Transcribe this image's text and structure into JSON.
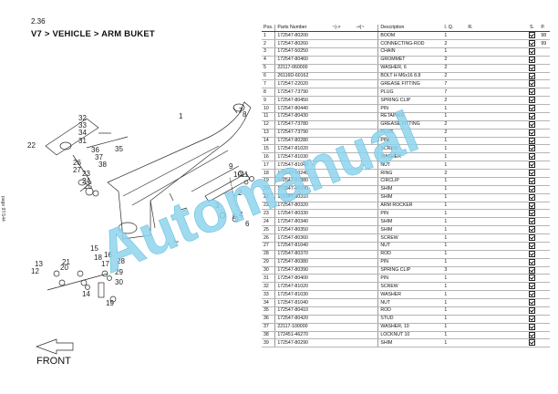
{
  "header": {
    "section_no": "2.36",
    "breadcrumb": "V7 > VEHICLE > ARM BUKET"
  },
  "page_ref": "page 97/144",
  "front_label": "FRONT",
  "watermark": "Automanual",
  "callouts": [
    "1",
    "2",
    "3",
    "4",
    "5",
    "6",
    "7",
    "8",
    "9",
    "10",
    "11",
    "12",
    "13",
    "14",
    "15",
    "16",
    "17",
    "18",
    "19",
    "20",
    "21",
    "22",
    "23",
    "24",
    "25",
    "26",
    "27",
    "28",
    "29",
    "30",
    "31",
    "32",
    "33",
    "34",
    "35",
    "36",
    "37",
    "38"
  ],
  "table": {
    "headers": {
      "pos": "Pos.",
      "part_no": "Parts Number",
      "from": "~|->",
      "to": "->|~",
      "description": "Description",
      "qty": "I. Q.",
      "remarks": "R.",
      "s": "S.",
      "p": "P."
    },
    "rows": [
      {
        "pos": "1",
        "part_no": "172547-80200",
        "description": "BOOM",
        "qty": "1",
        "p": "98"
      },
      {
        "pos": "2",
        "part_no": "172547-80260",
        "description": "CONNECTING-ROD",
        "qty": "2",
        "p": "99"
      },
      {
        "pos": "3",
        "part_no": "172547-50250",
        "description": "CHAIN",
        "qty": "1",
        "p": ""
      },
      {
        "pos": "4",
        "part_no": "172547-80460",
        "description": "GROMMET",
        "qty": "2",
        "p": ""
      },
      {
        "pos": "5",
        "part_no": "22117-060000",
        "description": "WASHER,  6",
        "qty": "2",
        "p": ""
      },
      {
        "pos": "6",
        "part_no": "26116D-60162",
        "description": "BOLT H M6x16  8.8",
        "qty": "2",
        "p": ""
      },
      {
        "pos": "7",
        "part_no": "172547-22020",
        "description": "GREASE FITTING",
        "qty": "7",
        "p": ""
      },
      {
        "pos": "8",
        "part_no": "172547-73790",
        "description": "PLUG",
        "qty": "7",
        "p": ""
      },
      {
        "pos": "9",
        "part_no": "172547-80450",
        "description": "SPRING CLIP",
        "qty": "2",
        "p": ""
      },
      {
        "pos": "10",
        "part_no": "172547-80440",
        "description": "PIN",
        "qty": "1",
        "p": ""
      },
      {
        "pos": "11",
        "part_no": "172547-80430",
        "description": "RETAINER",
        "qty": "1",
        "p": ""
      },
      {
        "pos": "12",
        "part_no": "172547-73780",
        "description": "GREASE FITTING",
        "qty": "2",
        "p": ""
      },
      {
        "pos": "13",
        "part_no": "172547-73790",
        "description": "PLUG",
        "qty": "2",
        "p": ""
      },
      {
        "pos": "14",
        "part_no": "172547-80280",
        "description": "PIN",
        "qty": "1",
        "p": ""
      },
      {
        "pos": "15",
        "part_no": "172547-81020",
        "description": "SCREW",
        "qty": "1",
        "p": ""
      },
      {
        "pos": "16",
        "part_no": "172547-81030",
        "description": "WASHER",
        "qty": "1",
        "p": ""
      },
      {
        "pos": "17",
        "part_no": "172547-81040",
        "description": "NUT",
        "qty": "1",
        "p": ""
      },
      {
        "pos": "18",
        "part_no": "172547-50240",
        "description": "RING",
        "qty": "2",
        "p": ""
      },
      {
        "pos": "19",
        "part_no": "172547-81080",
        "description": "CIRCLIP",
        "qty": "1",
        "p": ""
      },
      {
        "pos": "20",
        "part_no": "172547-80290",
        "description": "SHIM",
        "qty": "1",
        "p": ""
      },
      {
        "pos": "21",
        "part_no": "172547-80310",
        "description": "SHIM",
        "qty": "1",
        "p": ""
      },
      {
        "pos": "22",
        "part_no": "172547-80320",
        "description": "ARM ROCKER",
        "qty": "1",
        "p": ""
      },
      {
        "pos": "23",
        "part_no": "172547-80330",
        "description": "PIN",
        "qty": "1",
        "p": ""
      },
      {
        "pos": "24",
        "part_no": "172547-80340",
        "description": "SHIM",
        "qty": "1",
        "p": ""
      },
      {
        "pos": "25",
        "part_no": "172547-80350",
        "description": "SHIM",
        "qty": "1",
        "p": ""
      },
      {
        "pos": "26",
        "part_no": "172547-80360",
        "description": "SCREW",
        "qty": "1",
        "p": ""
      },
      {
        "pos": "27",
        "part_no": "172547-81040",
        "description": "NUT",
        "qty": "1",
        "p": ""
      },
      {
        "pos": "28",
        "part_no": "172547-80370",
        "description": "ROD",
        "qty": "1",
        "p": ""
      },
      {
        "pos": "29",
        "part_no": "172547-80380",
        "description": "PIN",
        "qty": "1",
        "p": ""
      },
      {
        "pos": "30",
        "part_no": "172547-80390",
        "description": "SPRING CLIP",
        "qty": "3",
        "p": ""
      },
      {
        "pos": "31",
        "part_no": "172547-80400",
        "description": "PIN",
        "qty": "1",
        "p": ""
      },
      {
        "pos": "32",
        "part_no": "172547-81020",
        "description": "SCREW",
        "qty": "1",
        "p": ""
      },
      {
        "pos": "33",
        "part_no": "172547-81030",
        "description": "WASHER",
        "qty": "1",
        "p": ""
      },
      {
        "pos": "34",
        "part_no": "172547-81040",
        "description": "NUT",
        "qty": "1",
        "p": ""
      },
      {
        "pos": "35",
        "part_no": "172547-80410",
        "description": "ROD",
        "qty": "1",
        "p": ""
      },
      {
        "pos": "36",
        "part_no": "172547-80420",
        "description": "STUD",
        "qty": "1",
        "p": ""
      },
      {
        "pos": "37",
        "part_no": "22117-100000",
        "description": "WASHER, 10",
        "qty": "1",
        "p": ""
      },
      {
        "pos": "38",
        "part_no": "172451-46270",
        "description": "LOCKNUT 10",
        "qty": "1",
        "p": ""
      },
      {
        "pos": "39",
        "part_no": "172547-80290",
        "description": "SHIM",
        "qty": "1",
        "p": ""
      }
    ]
  },
  "colors": {
    "watermark": "#8fd3ec",
    "diagram_line": "#2a2a2a"
  }
}
